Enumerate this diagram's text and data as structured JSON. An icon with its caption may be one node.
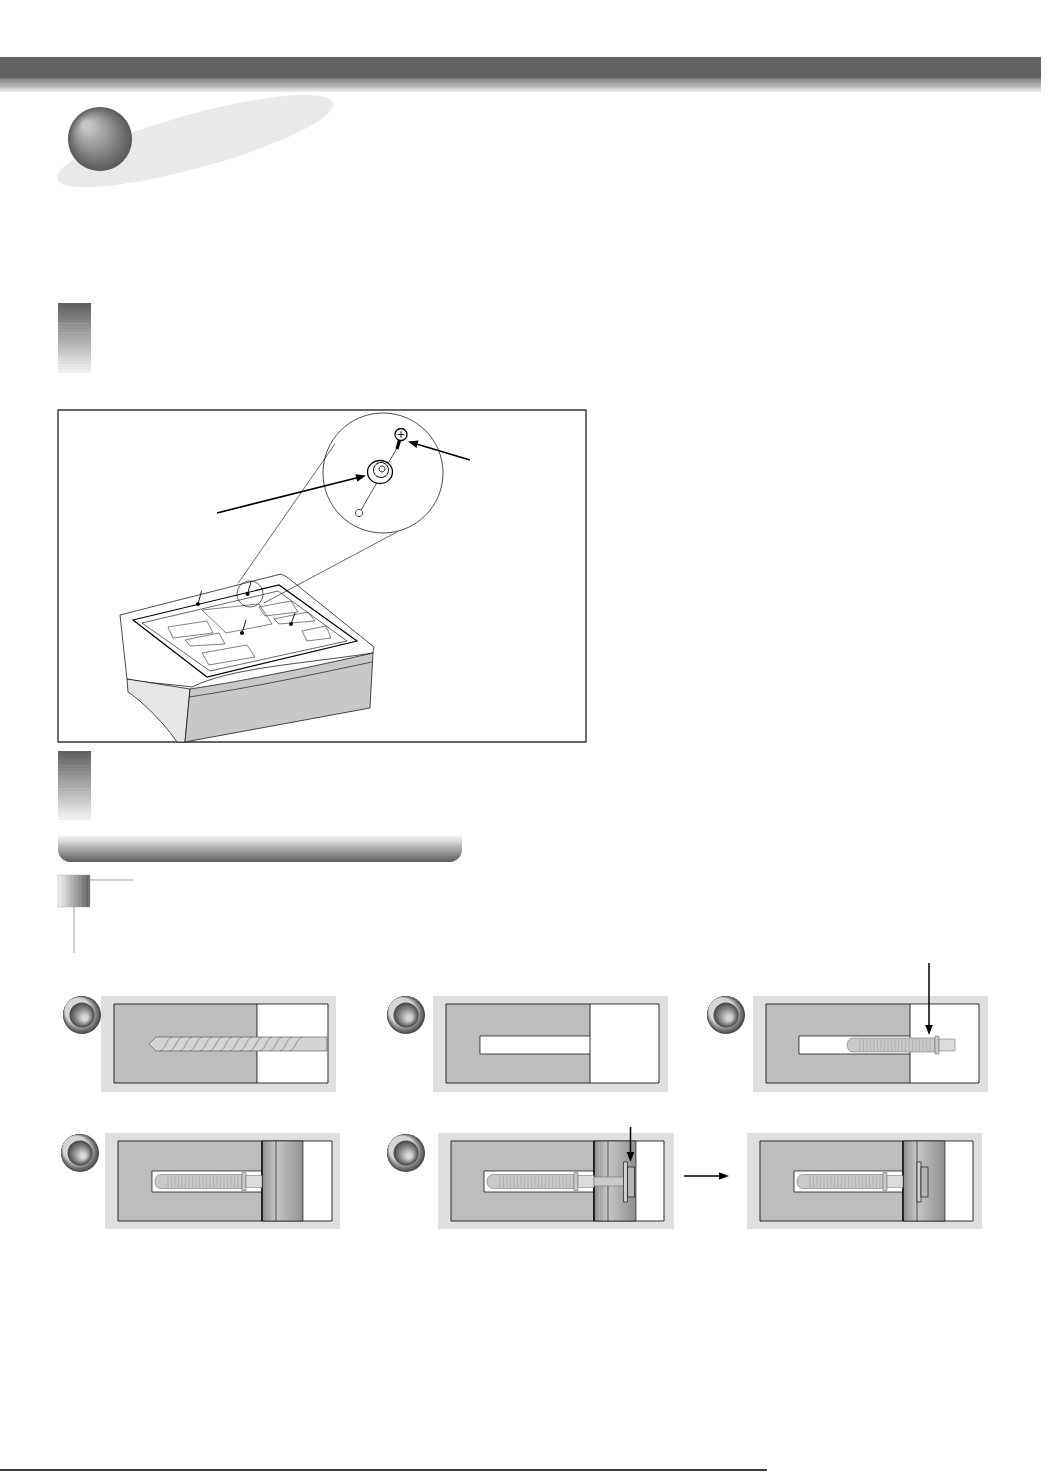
{
  "diagram": {
    "nodes": [
      {
        "text": [],
        "shape": "picture"
      },
      {
        "text": [],
        "shape": "picture"
      },
      {
        "text": [],
        "shape": "box"
      },
      {
        "text": [],
        "shape": "box"
      },
      {
        "text": [],
        "shape": "box"
      },
      {
        "text": [],
        "shape": "picture",
        "in": 4
      },
      {
        "text": [],
        "shape": "box"
      },
      {
        "text": [],
        "shape": "box"
      },
      {
        "text": [],
        "shape": "picture",
        "in": 7
      },
      {
        "text": [],
        "shape": "box"
      }
    ],
    "edges": [
      {
        "from": null,
        "to": 0,
        "arrow": "to"
      },
      {
        "from": null,
        "to": 1,
        "arrow": "to"
      },
      {
        "from": null,
        "to": 5,
        "arrow": "to"
      },
      {
        "from": null,
        "to": 8,
        "arrow": "to"
      },
      {
        "from": 7,
        "to": 9,
        "arrow": "to"
      }
    ]
  }
}
